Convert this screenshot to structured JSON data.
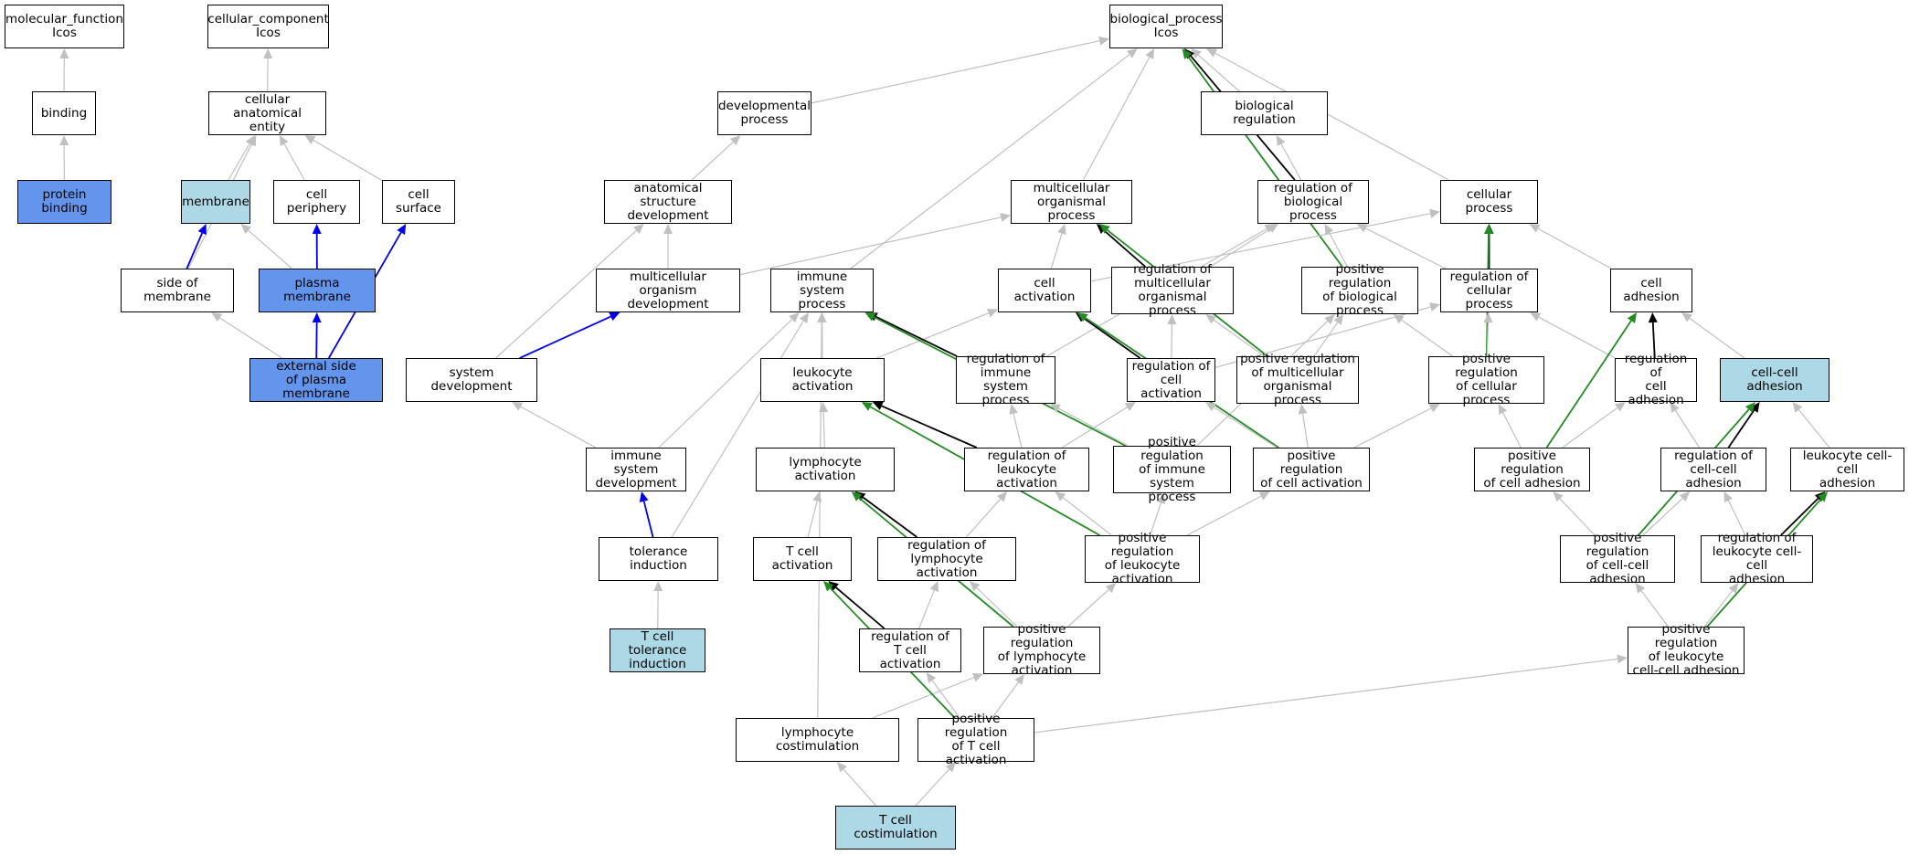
{
  "colors": {
    "is_a": "#c0c0c0",
    "part_of": "#0000ee",
    "regulates": "#000000",
    "positively_regulates": "#228b22",
    "node_border": "#000000",
    "node_fill": "#ffffff",
    "highlight_light": "#add8e6",
    "highlight_dark": "#6495ed"
  },
  "nodes": {
    "mf": "molecular_function\nIcos",
    "cc": "cellular_component\nIcos",
    "bp": "biological_process\nIcos",
    "binding": "binding",
    "cae": "cellular anatomical\nentity",
    "devproc": "developmental\nprocess",
    "bioreg": "biological regulation",
    "protbind": "protein binding",
    "membrane": "membrane",
    "cellper": "cell periphery",
    "cellsurf": "cell surface",
    "asd": "anatomical structure\ndevelopment",
    "mop": "multicellular\norganismal process",
    "regbp": "regulation of\nbiological process",
    "cellproc": "cellular process",
    "sidemem": "side of membrane",
    "plasmamem": "plasma membrane",
    "mod": "multicellular\norganism development",
    "isp": "immune system\nprocess",
    "cellact": "cell activation",
    "regmop": "regulation of\nmulticellular\norganismal process",
    "posregbp": "positive regulation\nof biological\nprocess",
    "regcp": "regulation of\ncellular process",
    "celladh": "cell adhesion",
    "extside": "external side\nof plasma membrane",
    "sysdev": "system development",
    "leukact": "leukocyte activation",
    "regisp": "regulation of\nimmune system\nprocess",
    "regcellact": "regulation of\ncell activation",
    "posregmop": "positive regulation\nof multicellular\norganismal process",
    "posregcp": "positive regulation\nof cellular\nprocess",
    "regcelladh": "regulation of\ncell adhesion",
    "ccadh": "cell-cell adhesion",
    "isd": "immune system\ndevelopment",
    "lymphact": "lymphocyte activation",
    "regleukact": "regulation of\nleukocyte activation",
    "posregisp": "positive regulation\nof immune system\nprocess",
    "posregcellact": "positive regulation\nof cell activation",
    "posregcelladh": "positive regulation\nof cell adhesion",
    "regccadh": "regulation of\ncell-cell adhesion",
    "leukccadh": "leukocyte cell-cell\nadhesion",
    "tolind": "tolerance induction",
    "tcellact": "T cell activation",
    "reglymphact": "regulation of\nlymphocyte activation",
    "posregleukact": "positive regulation\nof leukocyte\nactivation",
    "posregccadh": "positive regulation\nof cell-cell\nadhesion",
    "regleukccadh": "regulation of\nleukocyte cell-cell\nadhesion",
    "tcelltol": "T cell tolerance\ninduction",
    "regtcellact": "regulation of\nT cell activation",
    "posreglymphact": "positive regulation\nof lymphocyte\nactivation",
    "posregleukccadh": "positive regulation\nof leukocyte\ncell-cell adhesion",
    "lymphcostim": "lymphocyte costimulation",
    "posregtcellact": "positive regulation\nof T cell activation",
    "tcellcostim": "T cell costimulation"
  },
  "edges": [
    {
      "from": "binding",
      "to": "mf",
      "type": "is_a"
    },
    {
      "from": "protbind",
      "to": "binding",
      "type": "is_a"
    },
    {
      "from": "cae",
      "to": "cc",
      "type": "is_a"
    },
    {
      "from": "membrane",
      "to": "cae",
      "type": "is_a"
    },
    {
      "from": "cellper",
      "to": "cae",
      "type": "is_a"
    },
    {
      "from": "cellsurf",
      "to": "cae",
      "type": "is_a"
    },
    {
      "from": "sidemem",
      "to": "cae",
      "type": "is_a"
    },
    {
      "from": "sidemem",
      "to": "membrane",
      "type": "part_of"
    },
    {
      "from": "plasmamem",
      "to": "membrane",
      "type": "is_a"
    },
    {
      "from": "plasmamem",
      "to": "cellper",
      "type": "part_of"
    },
    {
      "from": "extside",
      "to": "sidemem",
      "type": "is_a"
    },
    {
      "from": "extside",
      "to": "plasmamem",
      "type": "part_of"
    },
    {
      "from": "extside",
      "to": "cellsurf",
      "type": "part_of"
    },
    {
      "from": "devproc",
      "to": "bp",
      "type": "is_a"
    },
    {
      "from": "mop",
      "to": "bp",
      "type": "is_a"
    },
    {
      "from": "bioreg",
      "to": "bp",
      "type": "is_a"
    },
    {
      "from": "regbp",
      "to": "bp",
      "type": "regulates"
    },
    {
      "from": "regbp",
      "to": "bioreg",
      "type": "is_a"
    },
    {
      "from": "cellproc",
      "to": "bp",
      "type": "is_a"
    },
    {
      "from": "isp",
      "to": "bp",
      "type": "is_a"
    },
    {
      "from": "posregbp",
      "to": "bp",
      "type": "positively_regulates"
    },
    {
      "from": "posregbp",
      "to": "regbp",
      "type": "is_a"
    },
    {
      "from": "asd",
      "to": "devproc",
      "type": "is_a"
    },
    {
      "from": "mod",
      "to": "asd",
      "type": "is_a"
    },
    {
      "from": "mod",
      "to": "mop",
      "type": "is_a"
    },
    {
      "from": "sysdev",
      "to": "asd",
      "type": "is_a"
    },
    {
      "from": "sysdev",
      "to": "mod",
      "type": "part_of"
    },
    {
      "from": "isd",
      "to": "sysdev",
      "type": "is_a"
    },
    {
      "from": "isd",
      "to": "isp",
      "type": "is_a"
    },
    {
      "from": "tolind",
      "to": "isd",
      "type": "part_of"
    },
    {
      "from": "tolind",
      "to": "isp",
      "type": "is_a"
    },
    {
      "from": "tcelltol",
      "to": "tolind",
      "type": "is_a"
    },
    {
      "from": "cellact",
      "to": "mop",
      "type": "is_a"
    },
    {
      "from": "cellact",
      "to": "cellproc",
      "type": "is_a"
    },
    {
      "from": "regmop",
      "to": "mop",
      "type": "regulates"
    },
    {
      "from": "regmop",
      "to": "regbp",
      "type": "is_a"
    },
    {
      "from": "posregmop",
      "to": "mop",
      "type": "positively_regulates"
    },
    {
      "from": "posregmop",
      "to": "regmop",
      "type": "is_a"
    },
    {
      "from": "posregmop",
      "to": "posregbp",
      "type": "is_a"
    },
    {
      "from": "regcp",
      "to": "cellproc",
      "type": "regulates"
    },
    {
      "from": "regcp",
      "to": "regbp",
      "type": "is_a"
    },
    {
      "from": "celladh",
      "to": "cellproc",
      "type": "is_a"
    },
    {
      "from": "posregcp",
      "to": "cellproc",
      "type": "positively_regulates"
    },
    {
      "from": "posregcp",
      "to": "regcp",
      "type": "is_a"
    },
    {
      "from": "posregcp",
      "to": "posregbp",
      "type": "is_a"
    },
    {
      "from": "leukact",
      "to": "isp",
      "type": "is_a"
    },
    {
      "from": "leukact",
      "to": "cellact",
      "type": "is_a"
    },
    {
      "from": "regisp",
      "to": "isp",
      "type": "regulates"
    },
    {
      "from": "regisp",
      "to": "regbp",
      "type": "is_a"
    },
    {
      "from": "regcellact",
      "to": "cellact",
      "type": "regulates"
    },
    {
      "from": "regcellact",
      "to": "regcp",
      "type": "is_a"
    },
    {
      "from": "regcellact",
      "to": "regmop",
      "type": "is_a"
    },
    {
      "from": "regcelladh",
      "to": "celladh",
      "type": "regulates"
    },
    {
      "from": "regcelladh",
      "to": "regcp",
      "type": "is_a"
    },
    {
      "from": "ccadh",
      "to": "celladh",
      "type": "is_a"
    },
    {
      "from": "lymphact",
      "to": "leukact",
      "type": "is_a"
    },
    {
      "from": "regleukact",
      "to": "leukact",
      "type": "regulates"
    },
    {
      "from": "regleukact",
      "to": "regisp",
      "type": "is_a"
    },
    {
      "from": "regleukact",
      "to": "regcellact",
      "type": "is_a"
    },
    {
      "from": "posregisp",
      "to": "isp",
      "type": "positively_regulates"
    },
    {
      "from": "posregisp",
      "to": "regisp",
      "type": "is_a"
    },
    {
      "from": "posregisp",
      "to": "posregbp",
      "type": "is_a"
    },
    {
      "from": "posregcellact",
      "to": "cellact",
      "type": "positively_regulates"
    },
    {
      "from": "posregcellact",
      "to": "regcellact",
      "type": "is_a"
    },
    {
      "from": "posregcellact",
      "to": "posregmop",
      "type": "is_a"
    },
    {
      "from": "posregcellact",
      "to": "posregcp",
      "type": "is_a"
    },
    {
      "from": "posregcelladh",
      "to": "celladh",
      "type": "positively_regulates"
    },
    {
      "from": "posregcelladh",
      "to": "regcelladh",
      "type": "is_a"
    },
    {
      "from": "posregcelladh",
      "to": "posregcp",
      "type": "is_a"
    },
    {
      "from": "regccadh",
      "to": "ccadh",
      "type": "regulates"
    },
    {
      "from": "regccadh",
      "to": "regcelladh",
      "type": "is_a"
    },
    {
      "from": "leukccadh",
      "to": "ccadh",
      "type": "is_a"
    },
    {
      "from": "tcellact",
      "to": "lymphact",
      "type": "is_a"
    },
    {
      "from": "reglymphact",
      "to": "lymphact",
      "type": "regulates"
    },
    {
      "from": "reglymphact",
      "to": "regleukact",
      "type": "is_a"
    },
    {
      "from": "posregleukact",
      "to": "leukact",
      "type": "positively_regulates"
    },
    {
      "from": "posregleukact",
      "to": "regleukact",
      "type": "is_a"
    },
    {
      "from": "posregleukact",
      "to": "posregisp",
      "type": "is_a"
    },
    {
      "from": "posregleukact",
      "to": "posregcellact",
      "type": "is_a"
    },
    {
      "from": "posregccadh",
      "to": "ccadh",
      "type": "positively_regulates"
    },
    {
      "from": "posregccadh",
      "to": "regccadh",
      "type": "is_a"
    },
    {
      "from": "posregccadh",
      "to": "posregcelladh",
      "type": "is_a"
    },
    {
      "from": "regleukccadh",
      "to": "leukccadh",
      "type": "regulates"
    },
    {
      "from": "regleukccadh",
      "to": "regccadh",
      "type": "is_a"
    },
    {
      "from": "regtcellact",
      "to": "tcellact",
      "type": "regulates"
    },
    {
      "from": "regtcellact",
      "to": "reglymphact",
      "type": "is_a"
    },
    {
      "from": "posreglymphact",
      "to": "lymphact",
      "type": "positively_regulates"
    },
    {
      "from": "posreglymphact",
      "to": "reglymphact",
      "type": "is_a"
    },
    {
      "from": "posreglymphact",
      "to": "posregleukact",
      "type": "is_a"
    },
    {
      "from": "posregleukccadh",
      "to": "leukccadh",
      "type": "positively_regulates"
    },
    {
      "from": "posregleukccadh",
      "to": "regleukccadh",
      "type": "is_a"
    },
    {
      "from": "posregleukccadh",
      "to": "posregccadh",
      "type": "is_a"
    },
    {
      "from": "lymphcostim",
      "to": "isp",
      "type": "is_a"
    },
    {
      "from": "lymphcostim",
      "to": "posreglymphact",
      "type": "is_a"
    },
    {
      "from": "posregtcellact",
      "to": "tcellact",
      "type": "positively_regulates"
    },
    {
      "from": "posregtcellact",
      "to": "regtcellact",
      "type": "is_a"
    },
    {
      "from": "posregtcellact",
      "to": "posreglymphact",
      "type": "is_a"
    },
    {
      "from": "posregtcellact",
      "to": "posregleukccadh",
      "type": "is_a"
    },
    {
      "from": "tcellcostim",
      "to": "lymphcostim",
      "type": "is_a"
    },
    {
      "from": "tcellcostim",
      "to": "posregtcellact",
      "type": "is_a"
    }
  ]
}
